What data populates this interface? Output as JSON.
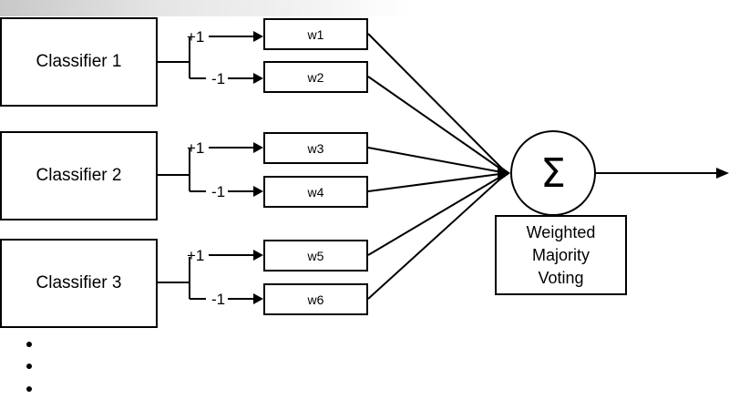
{
  "classifiers": [
    {
      "label": "Classifier 1",
      "pos_label": "+1",
      "neg_label": "-1",
      "w_pos": "w1",
      "w_neg": "w2"
    },
    {
      "label": "Classifier 2",
      "pos_label": "+1",
      "neg_label": "-1",
      "w_pos": "w3",
      "w_neg": "w4"
    },
    {
      "label": "Classifier 3",
      "pos_label": "+1",
      "neg_label": "-1",
      "w_pos": "w5",
      "w_neg": "w6"
    }
  ],
  "sum_symbol": "Σ",
  "voting": {
    "line1": "Weighted",
    "line2": "Majority",
    "line3": "Voting"
  }
}
